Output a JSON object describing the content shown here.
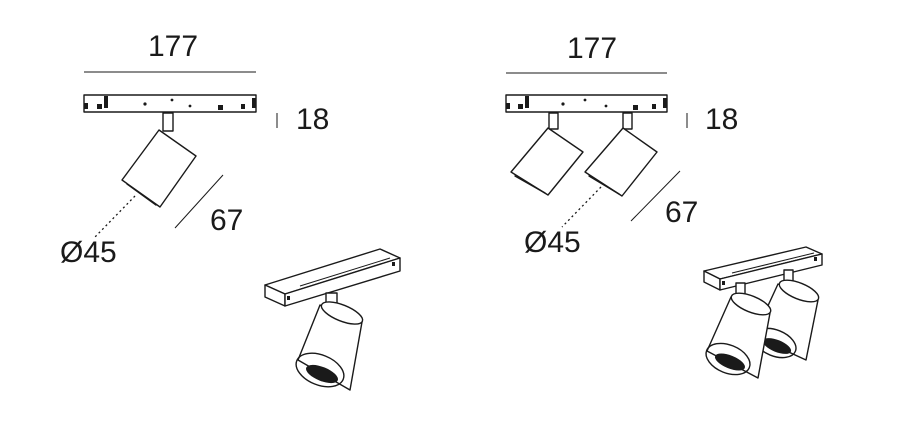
{
  "diagrams": [
    {
      "width_label": "177",
      "height_label": "18",
      "depth_label": "67",
      "diameter_label": "Ø45",
      "heads": 1
    },
    {
      "width_label": "177",
      "height_label": "18",
      "depth_label": "67",
      "diameter_label": "Ø45",
      "heads": 2
    }
  ],
  "colors": {
    "line": "#1a1a1a",
    "background": "#ffffff"
  }
}
